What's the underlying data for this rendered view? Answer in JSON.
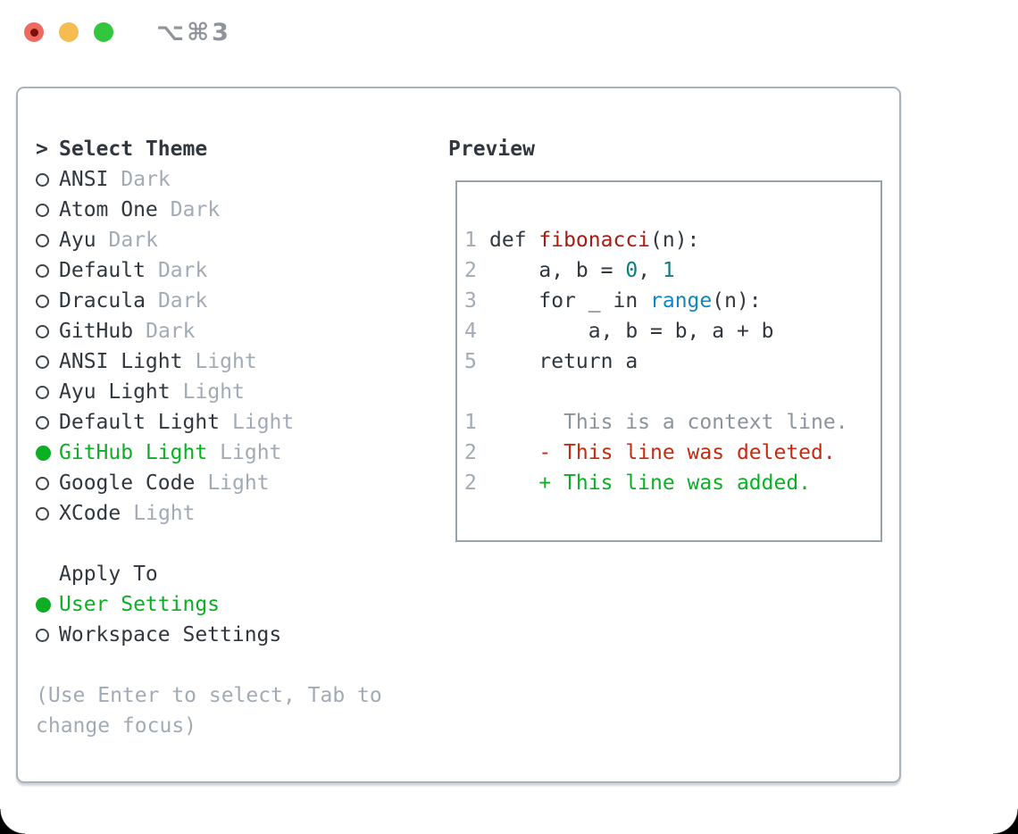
{
  "window": {
    "title": "⌥⌘3",
    "buttons": [
      {
        "icon": "close-button",
        "color": "#ee6a5f"
      },
      {
        "icon": "minimize-button",
        "color": "#f5bd4f"
      },
      {
        "icon": "zoom-button",
        "color": "#32c63e"
      }
    ]
  },
  "colors": {
    "text": "#31373f",
    "muted": "#a2abb5",
    "accent_green": "#0caf24",
    "deleted_red": "#c42b10",
    "function_red": "#a51d12",
    "number_teal": "#0e7f80",
    "builtin_blue": "#0e86c3",
    "context_gray": "#8b939c",
    "outer_border": "#aab2bc",
    "preview_border": "#99a1ab"
  },
  "theme_picker": {
    "prompt": ">",
    "title": "Select Theme",
    "themes": [
      {
        "name": "ANSI",
        "variant": "Dark",
        "selected": false
      },
      {
        "name": "Atom One",
        "variant": "Dark",
        "selected": false
      },
      {
        "name": "Ayu",
        "variant": "Dark",
        "selected": false
      },
      {
        "name": "Default",
        "variant": "Dark",
        "selected": false
      },
      {
        "name": "Dracula",
        "variant": "Dark",
        "selected": false
      },
      {
        "name": "GitHub",
        "variant": "Dark",
        "selected": false
      },
      {
        "name": "ANSI Light",
        "variant": "Light",
        "selected": false
      },
      {
        "name": "Ayu Light",
        "variant": "Light",
        "selected": false
      },
      {
        "name": "Default Light",
        "variant": "Light",
        "selected": false
      },
      {
        "name": "GitHub Light",
        "variant": "Light",
        "selected": true
      },
      {
        "name": "Google Code",
        "variant": "Light",
        "selected": false
      },
      {
        "name": "XCode",
        "variant": "Light",
        "selected": false
      }
    ],
    "apply_to": {
      "title": "Apply To",
      "options": [
        {
          "name": "User Settings",
          "selected": true
        },
        {
          "name": "Workspace Settings",
          "selected": false
        }
      ]
    },
    "hint_lines": [
      "(Use Enter to select, Tab to",
      "change focus)"
    ]
  },
  "preview": {
    "title": "Preview",
    "code_lines": [
      {
        "num": "1",
        "segments": [
          {
            "text": "def ",
            "color": "plain"
          },
          {
            "text": "fibonacci",
            "color": "function"
          },
          {
            "text": "(n):",
            "color": "plain"
          }
        ]
      },
      {
        "num": "2",
        "segments": [
          {
            "text": "    a, b = ",
            "color": "plain"
          },
          {
            "text": "0",
            "color": "number"
          },
          {
            "text": ", ",
            "color": "plain"
          },
          {
            "text": "1",
            "color": "number"
          }
        ]
      },
      {
        "num": "3",
        "segments": [
          {
            "text": "    for _ in ",
            "color": "plain"
          },
          {
            "text": "range",
            "color": "builtin"
          },
          {
            "text": "(n):",
            "color": "plain"
          }
        ]
      },
      {
        "num": "4",
        "segments": [
          {
            "text": "        a, b = b, a + b",
            "color": "plain"
          }
        ]
      },
      {
        "num": "5",
        "segments": [
          {
            "text": "    return a",
            "color": "plain"
          }
        ]
      },
      {
        "num": "",
        "segments": []
      },
      {
        "num": "1",
        "segments": [
          {
            "text": "      This is a context line.",
            "color": "context"
          }
        ]
      },
      {
        "num": "2",
        "segments": [
          {
            "text": "    - This line was deleted.",
            "color": "deleted"
          }
        ]
      },
      {
        "num": "2",
        "segments": [
          {
            "text": "    + This line was added.",
            "color": "added"
          }
        ]
      }
    ]
  }
}
